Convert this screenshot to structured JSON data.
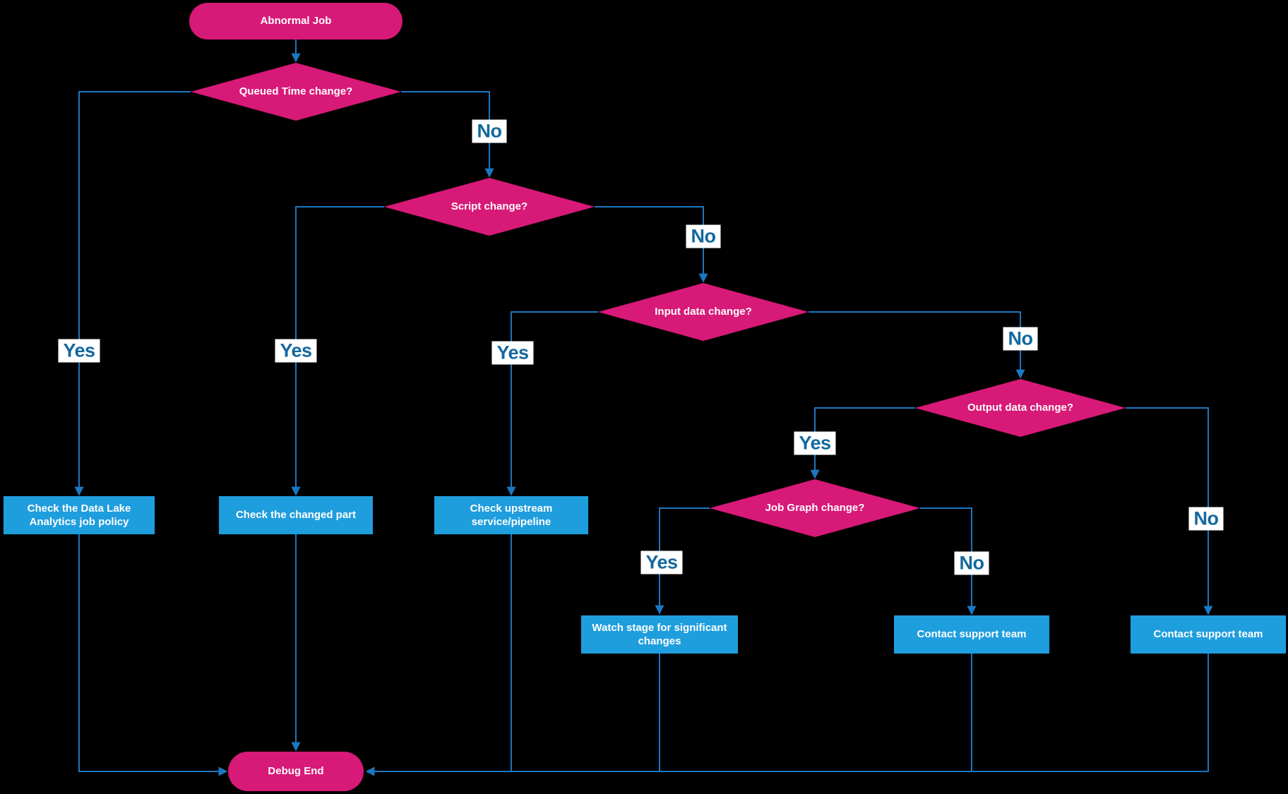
{
  "flowchart": {
    "start": "Abnormal Job",
    "end": "Debug End",
    "decisions": {
      "queued_time": "Queued Time change?",
      "script": "Script change?",
      "input_data": "Input data change?",
      "output_data": "Output data change?",
      "job_graph": "Job Graph change?"
    },
    "processes": {
      "job_policy": "Check the Data Lake Analytics job policy",
      "changed_part": "Check the changed part",
      "upstream": "Check upstream service/pipeline",
      "watch_stage": "Watch stage for significant changes",
      "contact_support_1": "Contact support team",
      "contact_support_2": "Contact support team"
    },
    "branch_labels": {
      "yes": "Yes",
      "no": "No"
    },
    "colors": {
      "background": "#000000",
      "terminator_fill": "#D71977",
      "decision_fill": "#D71977",
      "process_fill": "#1F9EDE",
      "connector": "#1A78C2",
      "branch_text": "#13689E",
      "branch_background": "#FFFFFF",
      "node_text": "#FFFFFF"
    }
  }
}
